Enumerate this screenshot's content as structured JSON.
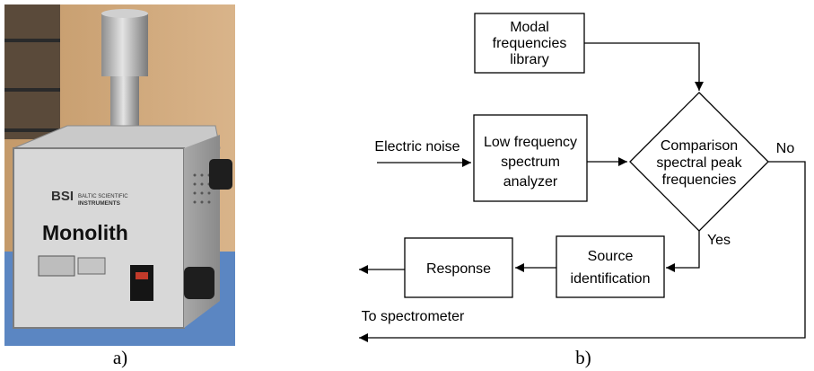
{
  "photo": {
    "brand_line1": "BALTIC SCIENTIFIC",
    "brand_line2": "INSTRUMENTS",
    "brand_logo": "BSI",
    "model_name": "Monolith"
  },
  "captions": {
    "a": "a)",
    "b": "b)"
  },
  "flowchart": {
    "library": [
      "Modal",
      "frequencies",
      "library"
    ],
    "input_label": "Electric noise",
    "analyzer": [
      "Low frequency",
      "spectrum",
      "analyzer"
    ],
    "comparison": [
      "Comparison",
      "spectral peak",
      "frequencies"
    ],
    "no_label": "No",
    "yes_label": "Yes",
    "source": [
      "Source",
      "identification"
    ],
    "response": "Response",
    "output_label": "To spectrometer"
  }
}
